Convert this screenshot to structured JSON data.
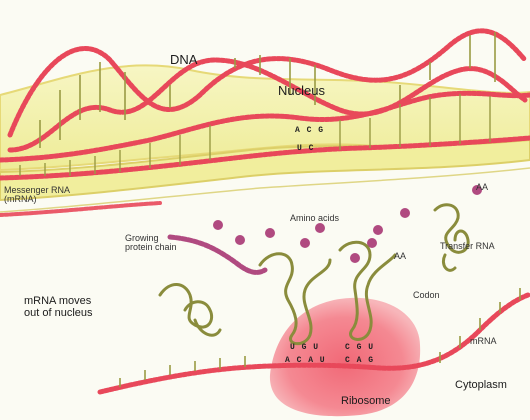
{
  "diagram": {
    "labels": {
      "dna": "DNA",
      "nucleus": "Nucleus",
      "messenger_rna": "Messenger RNA\n(mRNA)",
      "amino_acids": "Amino acids",
      "growing_protein_chain": "Growing\nprotein chain",
      "transfer_rna": "Transfer RNA",
      "aa": "AA",
      "aa2": "AA",
      "codon": "Codon",
      "mrna_moves": "mRNA moves\nout of nucleus",
      "mrna": "mRNA",
      "cytoplasm": "Cytoplasm",
      "ribosome": "Ribosome"
    },
    "bases": {
      "nucleus_pair_top": "A C G",
      "nucleus_pair_bottom": "U C",
      "ribosome_left_top": "U G U",
      "ribosome_left_bottom": "A C A U",
      "ribosome_right_top": "C G U",
      "ribosome_right_bottom": "C A G"
    },
    "colors": {
      "strand_red": "#e8485a",
      "nucleus_yellow": "#f3f2a6",
      "nucleus_edge": "#e6d977",
      "trna_olive": "#8a8c3c",
      "ribosome_pink": "#f06a7a",
      "amino_purple": "#b04a80"
    }
  }
}
